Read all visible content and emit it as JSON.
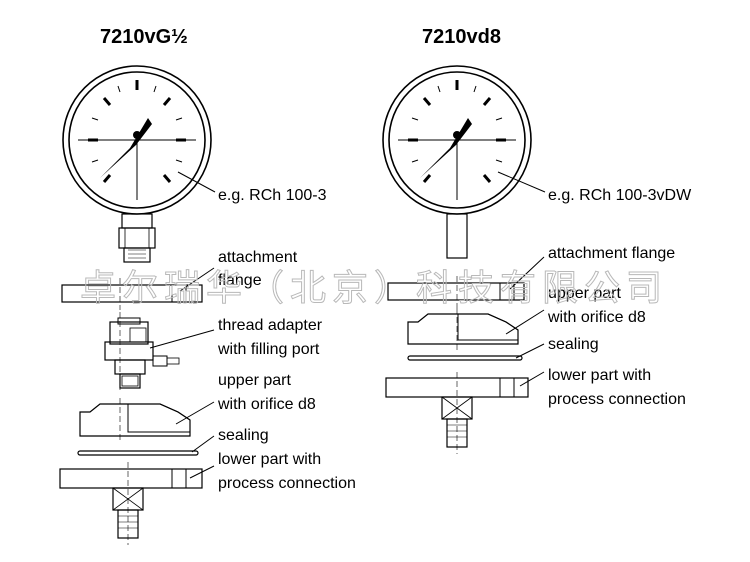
{
  "titles": {
    "left": "7210vG½",
    "right": "7210vd8"
  },
  "left_labels": {
    "gauge": "e.g. RCh 100-3",
    "attachment_1": "attachment",
    "attachment_2": "flange",
    "thread_1": "thread adapter",
    "thread_2": "with filling port",
    "upper_1": "upper part",
    "upper_2": "with orifice d8",
    "sealing": "sealing",
    "lower_1": "lower part with",
    "lower_2": "process connection"
  },
  "right_labels": {
    "gauge": "e.g. RCh 100-3vDW",
    "attachment": "attachment flange",
    "upper_1": "upper part",
    "upper_2": "with orifice d8",
    "sealing": "sealing",
    "lower_1": "lower part with",
    "lower_2": "process connection"
  },
  "watermark": "卓尔瑞华（北京）科技有限公司"
}
